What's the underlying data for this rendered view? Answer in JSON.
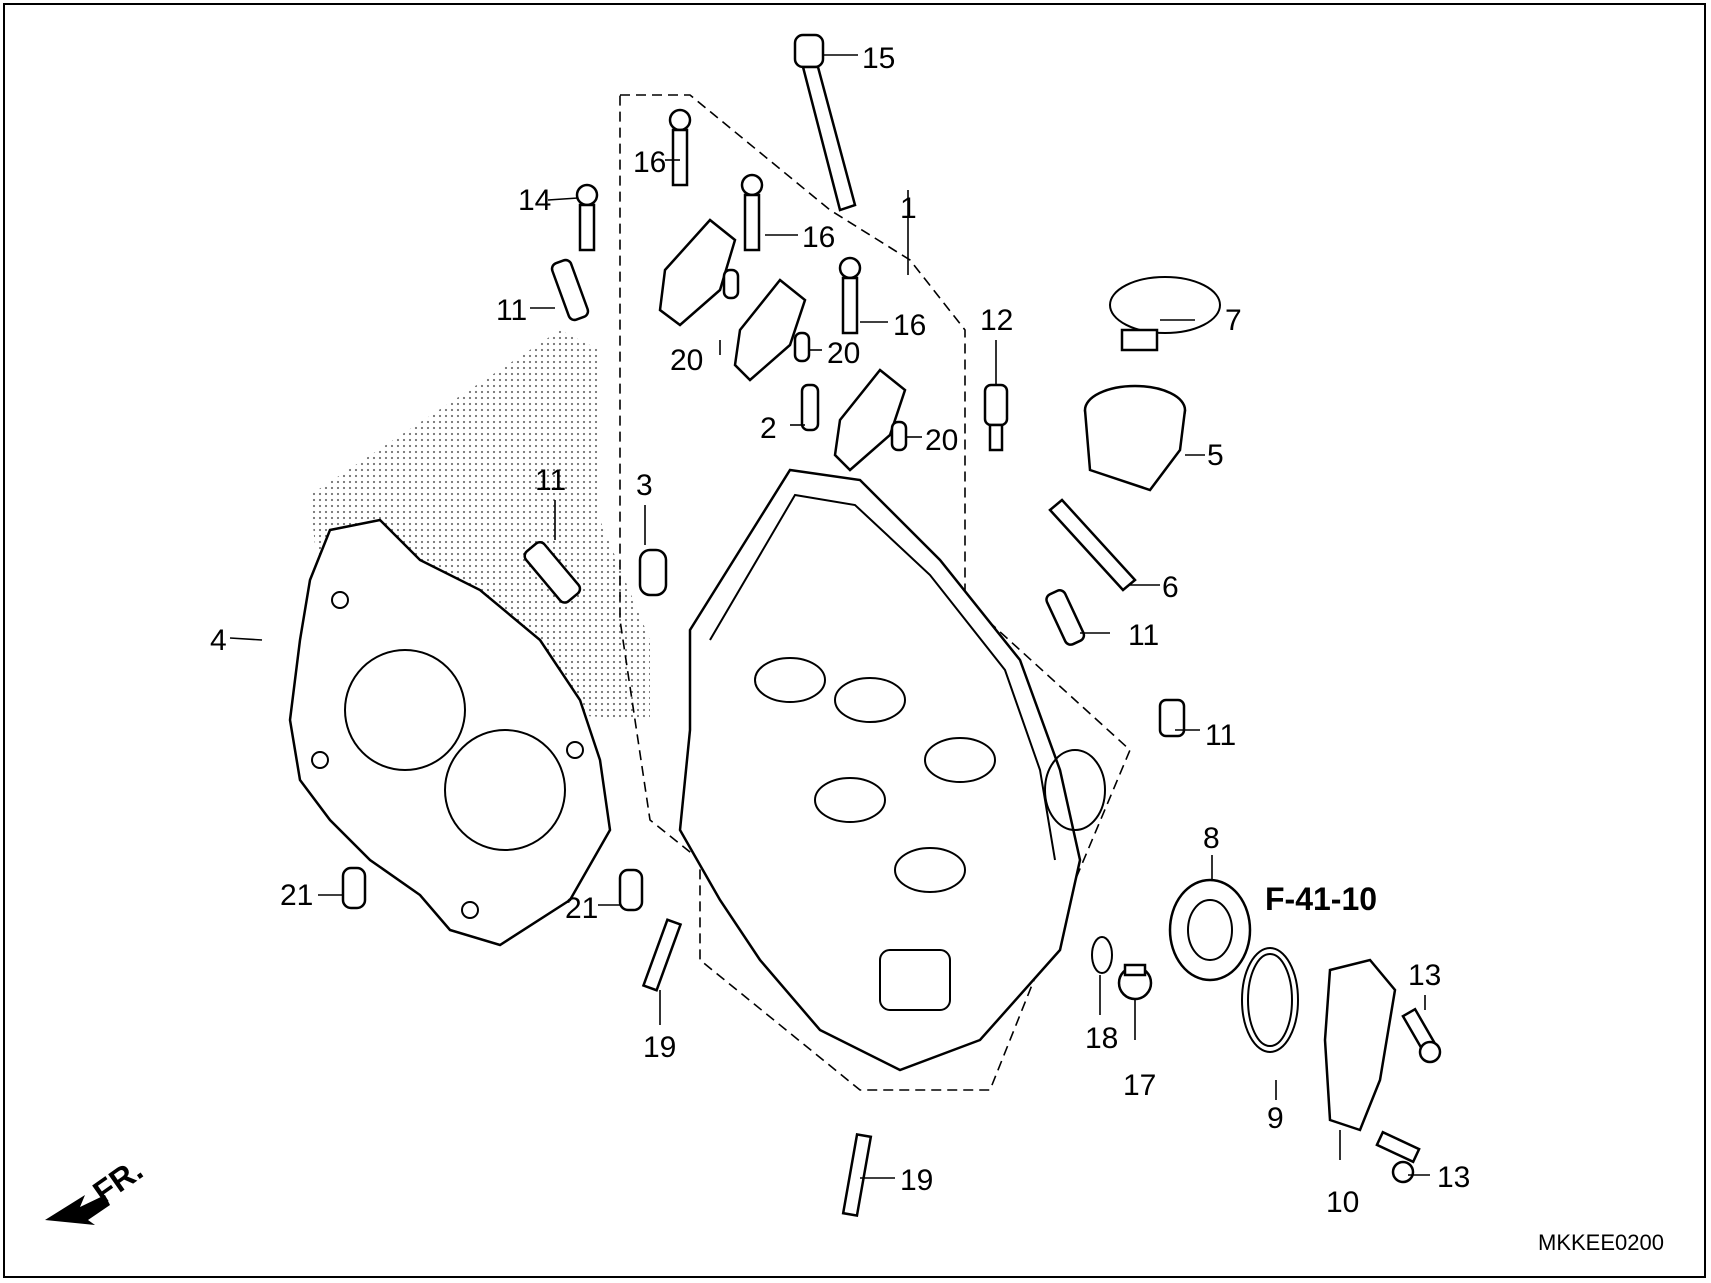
{
  "labels": {
    "l1": "1",
    "l2": "2",
    "l3": "3",
    "l4": "4",
    "l5": "5",
    "l6": "6",
    "l7": "7",
    "l8": "8",
    "l9": "9",
    "l10": "10",
    "l11a": "11",
    "l11b": "11",
    "l11c": "11",
    "l11d": "11",
    "l12": "12",
    "l13a": "13",
    "l13b": "13",
    "l14": "14",
    "l15": "15",
    "l16a": "16",
    "l16b": "16",
    "l16c": "16",
    "l17": "17",
    "l18": "18",
    "l19a": "19",
    "l19b": "19",
    "l20a": "20",
    "l20b": "20",
    "l20c": "20",
    "l21a": "21",
    "l21b": "21"
  },
  "reference": "F-41-10",
  "front_marker": "FR.",
  "diagram_code": "MKKEE0200"
}
